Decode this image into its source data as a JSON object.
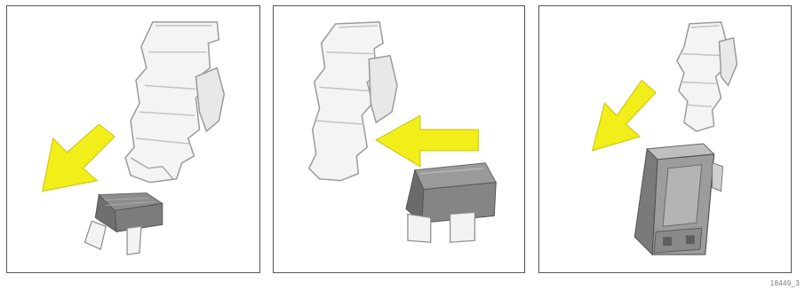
{
  "figure": {
    "reference_code": "18449_3",
    "arrow_color": "#f2ee1a",
    "panels": [
      {
        "id": "panel-1",
        "step": "remove-mini-fuse",
        "fuse_type": "mini-fuse"
      },
      {
        "id": "panel-2",
        "step": "insert-standard-fuse",
        "fuse_type": "standard-fuse"
      },
      {
        "id": "panel-3",
        "step": "remove-maxi-fuse",
        "fuse_type": "maxi-fuse"
      }
    ]
  }
}
